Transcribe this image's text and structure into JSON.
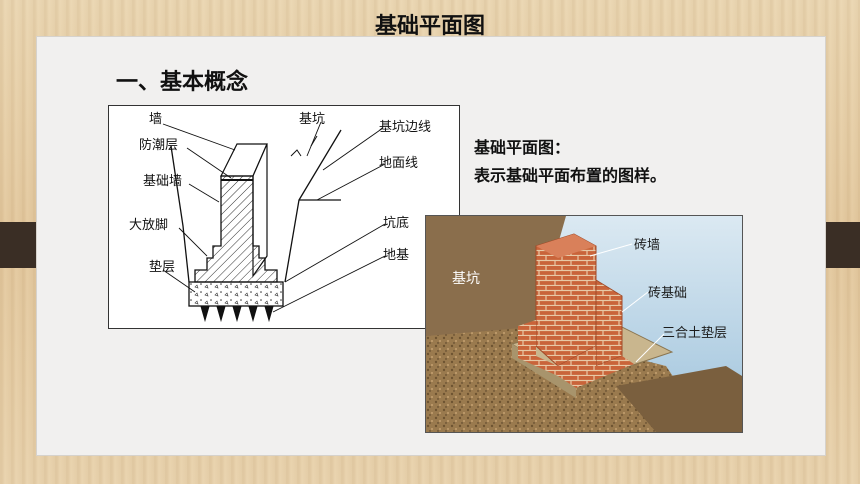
{
  "slide": {
    "title": "基础平面图"
  },
  "section": {
    "heading": "一、基本概念"
  },
  "definition": {
    "term": "基础平面图：",
    "text": "表示基础平面布置的图样。"
  },
  "diagram": {
    "labels": {
      "wall": "墙",
      "damp_course": "防潮层",
      "foundation_wall": "基础墙",
      "footing": "大放脚",
      "cushion": "垫层",
      "pit": "基坑",
      "pit_edge": "基坑边线",
      "ground_line": "地面线",
      "pit_bottom": "坑底",
      "subgrade": "地基"
    }
  },
  "photo": {
    "labels": {
      "pit": "基坑",
      "brick_wall": "砖墙",
      "brick_foundation": "砖基础",
      "cushion": "三合土垫层"
    }
  }
}
